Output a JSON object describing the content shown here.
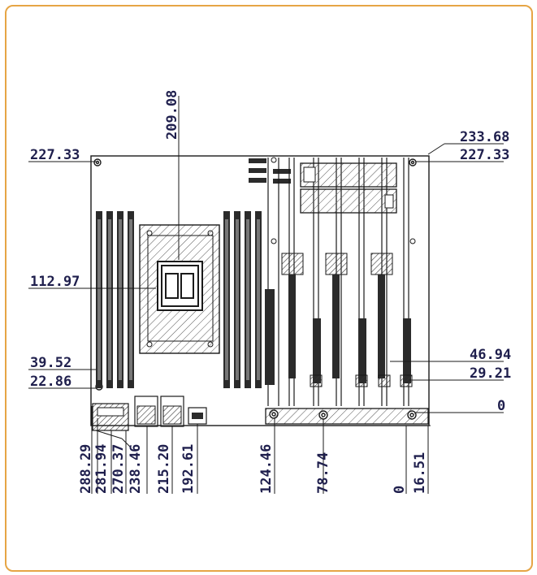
{
  "drawing": {
    "left_dimensions": [
      {
        "key": "d227_left",
        "text": "227.33"
      },
      {
        "key": "d112",
        "text": "112.97"
      },
      {
        "key": "d39",
        "text": "39.52"
      },
      {
        "key": "d22",
        "text": "22.86"
      }
    ],
    "top_dimension": {
      "text": "209.08"
    },
    "right_dimensions": [
      {
        "key": "d233",
        "text": "233.68"
      },
      {
        "key": "d227_right",
        "text": "227.33"
      },
      {
        "key": "d46",
        "text": "46.94"
      },
      {
        "key": "d29",
        "text": "29.21"
      },
      {
        "key": "d0_right",
        "text": "0"
      }
    ],
    "bottom_dimensions": [
      {
        "key": "b288",
        "text": "288.29"
      },
      {
        "key": "b281",
        "text": "281.94"
      },
      {
        "key": "b270",
        "text": "270.37"
      },
      {
        "key": "b238",
        "text": "238.46"
      },
      {
        "key": "b215",
        "text": "215.20"
      },
      {
        "key": "b192",
        "text": "192.61"
      },
      {
        "key": "b124",
        "text": "124.46"
      },
      {
        "key": "b78",
        "text": "78.74"
      },
      {
        "key": "b0",
        "text": "0"
      },
      {
        "key": "b16",
        "text": "16.51"
      }
    ]
  },
  "colors": {
    "frame": "#e6a545",
    "line": "#1a1a1a",
    "text": "#1f1f4d"
  }
}
